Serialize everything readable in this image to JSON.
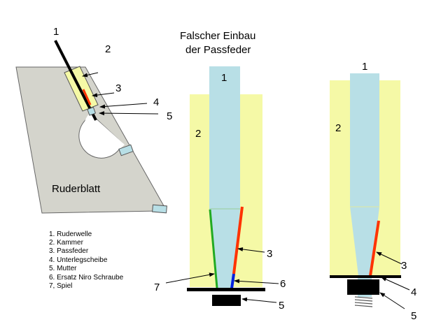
{
  "title": {
    "line1": "Falscher Einbau",
    "line2": "der Passfeder"
  },
  "rudder_label": "Ruderblatt",
  "legend": [
    "1. Ruderwelle",
    "2. Kammer",
    "3. Passfeder",
    "4. Unterlegscheibe",
    "5. Mutter",
    "6. Ersatz Niro Schraube",
    "7, Spiel"
  ],
  "left_callouts": [
    "1",
    "2",
    "3",
    "4",
    "5"
  ],
  "middle_callouts": [
    "1",
    "2",
    "3",
    "6",
    "5",
    "7"
  ],
  "right_callouts": [
    "1",
    "2",
    "3",
    "4",
    "5"
  ],
  "colors": {
    "kammer": "#f5f9a6",
    "shaft": "#b8dfe6",
    "passfeder": "#ff3300",
    "spiel": "#22aa22",
    "schraube": "#0022dd",
    "rudder": "#d4d4cc"
  }
}
